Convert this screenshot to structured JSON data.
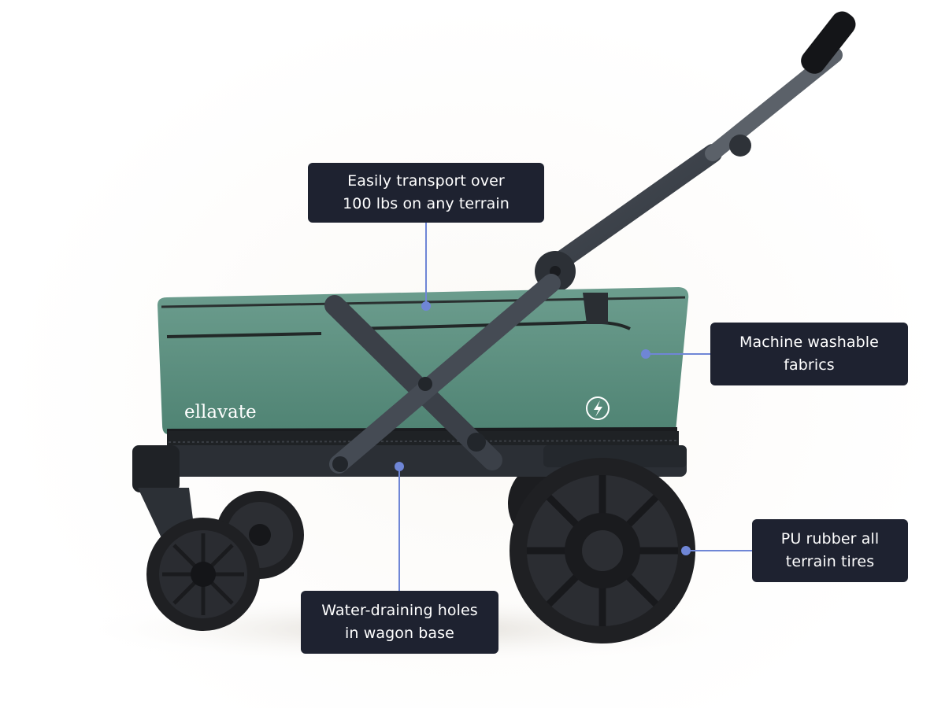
{
  "brand": {
    "wordmark": "ellavate",
    "emblem_icon": "lightning-bolt-circle-icon"
  },
  "callouts": {
    "transport": {
      "line1": "Easily transport over",
      "line2": "100 lbs on any terrain"
    },
    "fabrics": {
      "line1": "Machine washable",
      "line2": "fabrics"
    },
    "tires": {
      "line1": "PU rubber all",
      "line2": "terrain tires"
    },
    "drainage": {
      "line1": "Water-draining holes",
      "line2": "in wagon base"
    }
  },
  "colors": {
    "callout_background": "#1e2230",
    "callout_text": "#ffffff",
    "connector": "#6f86d6",
    "wagon_fabric": "#5f9283",
    "frame": "#3b4048",
    "tire": "#1f2023"
  }
}
